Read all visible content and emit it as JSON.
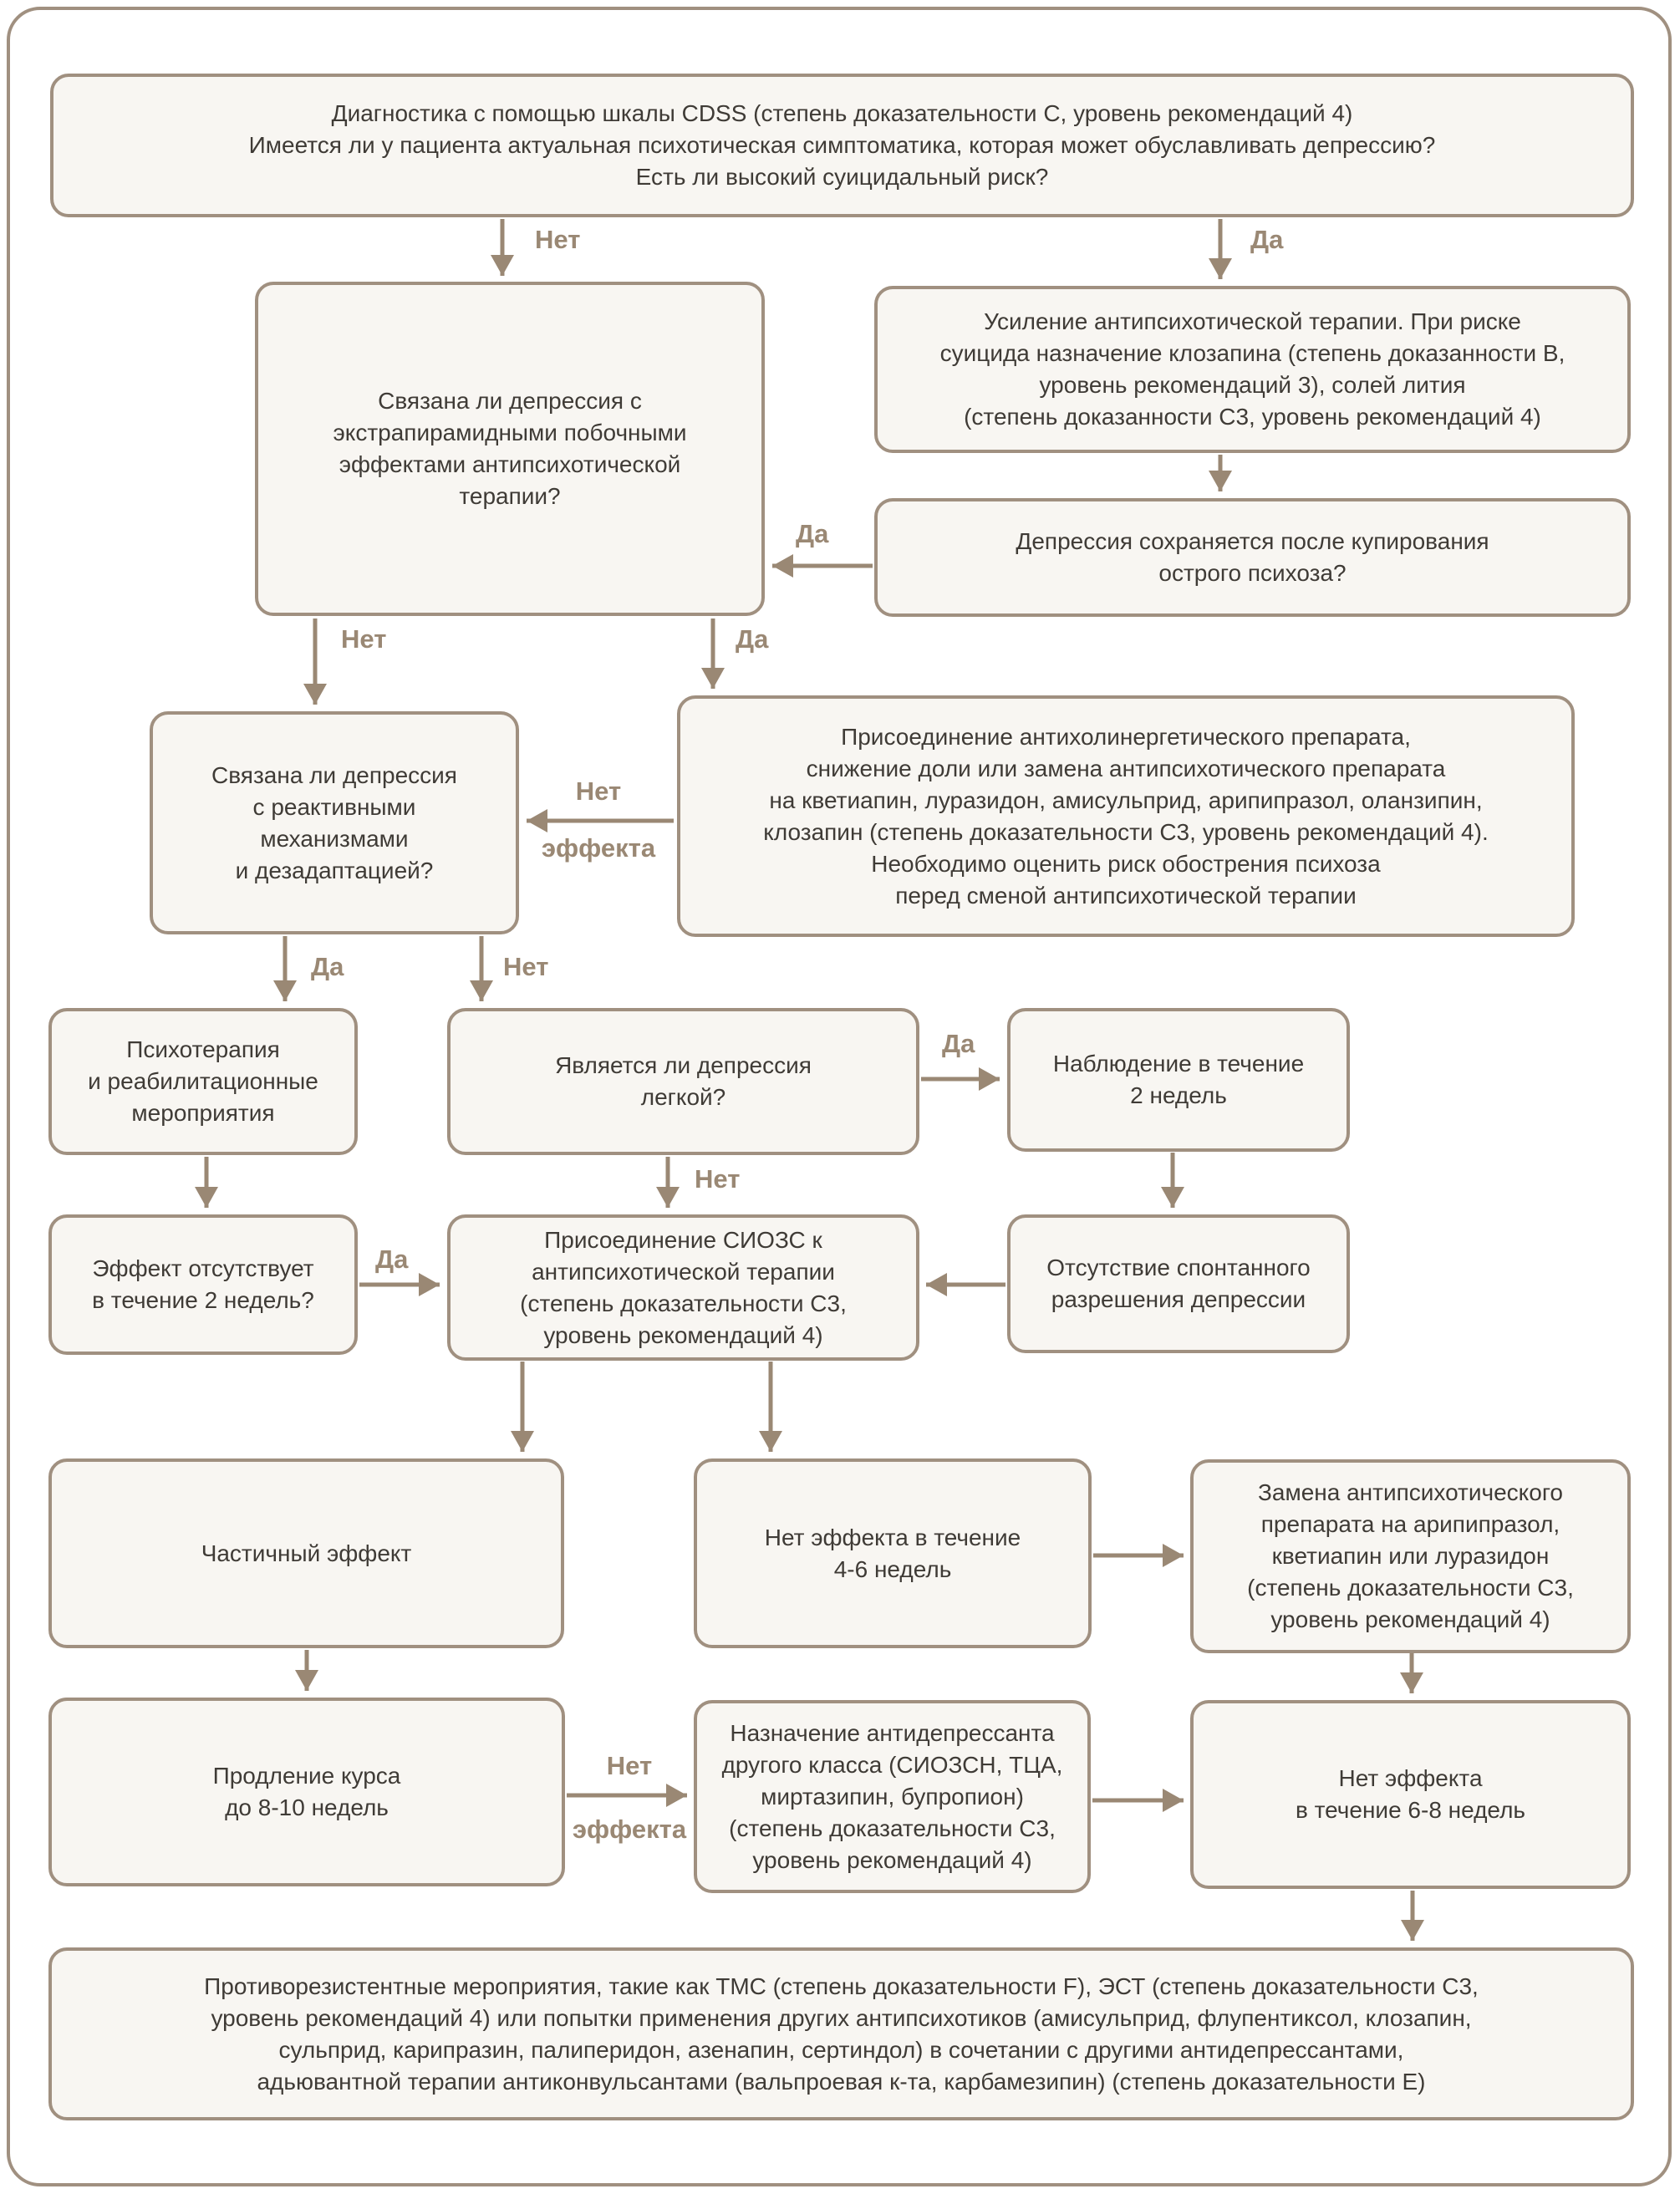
{
  "colors": {
    "accent": "#9a8874",
    "node_border": "#a09080",
    "node_fill": "#f8f6f2",
    "text": "#3f3b36",
    "background": "#ffffff"
  },
  "nodes": {
    "start": "Диагностика с помощью шкалы CDSS (степень доказательности С, уровень рекомендаций 4)\nИмеется ли у пациента актуальная психотическая симптоматика, которая может обуславливать депрессию?\nЕсть ли высокий суицидальный риск?",
    "eps_question": "Связана ли депрессия с\nэкстрапирамидными побочными\nэффектами антипсихотической\nтерапии?",
    "intensify": "Усиление антипсихотической терапии. При риске\nсуицида назначение клозапина (степень доказанности В,\nуровень рекомендаций 3), солей лития\n(степень доказанности С3, уровень рекомендаций 4)",
    "persists": "Депрессия сохраняется после купирования\nострого психоза?",
    "reactive": "Связана ли депрессия\nс реактивными\nмеханизмами\nи дезадаптацией?",
    "anticholinergic": "Присоединение антихолинергетического препарата,\nснижение доли или замена антипсихотического препарата\nна кветиапин, луразидон, амисульприд, арипипразол, оланзипин,\nклозапин (степень доказательности С3, уровень рекомендаций 4).\nНеобходимо оценить риск обострения психоза\nперед сменой антипсихотической терапии",
    "psychotherapy": "Психотерапия\nи реабилитационные\nмероприятия",
    "mild": "Является ли депрессия\nлегкой?",
    "observation": "Наблюдение в течение\n2 недель",
    "no_effect_2w": "Эффект отсутствует\nв течение 2 недель?",
    "ssri": "Присоединение СИОЗС к\nантипсихотической терапии\n(степень доказательности С3,\nуровень рекомендаций 4)",
    "no_spontaneous": "Отсутствие спонтанного\nразрешения депрессии",
    "partial": "Частичный эффект",
    "no_effect_46": "Нет эффекта в течение\n4-6 недель",
    "switch_ap": "Замена антипсихотического\nпрепарата на арипипразол,\nкветиапин или луразидон\n(степень доказательности С3,\nуровень рекомендаций 4)",
    "prolong": "Продление курса\nдо 8-10 недель",
    "other_class": "Назначение антидепрессанта\nдругого класса (СИОЗСН, ТЦА,\nмиртазипин, бупропион)\n(степень доказательности С3,\nуровень рекомендаций 4)",
    "no_effect_68": "Нет эффекта\nв течение 6-8 недель",
    "resistant": "Противорезистентные мероприятия, такие как ТМС (степень доказательности F), ЭСТ (степень доказательности С3,\nуровень рекомендаций 4) или попытки применения других антипсихотиков (амисульприд, флупентиксол, клозапин,\nсульприд, карипразин, палиперидон, азенапин, сертиндол) в сочетании с другими антидепрессантами,\nадьювантной терапии антиконвульсантами (вальпроевая к-та, карбамезипин) (степень доказательности Е)"
  },
  "labels": {
    "yes": "Да",
    "no": "Нет",
    "no_effect_line1": "Нет",
    "no_effect_line2": "эффекта"
  }
}
